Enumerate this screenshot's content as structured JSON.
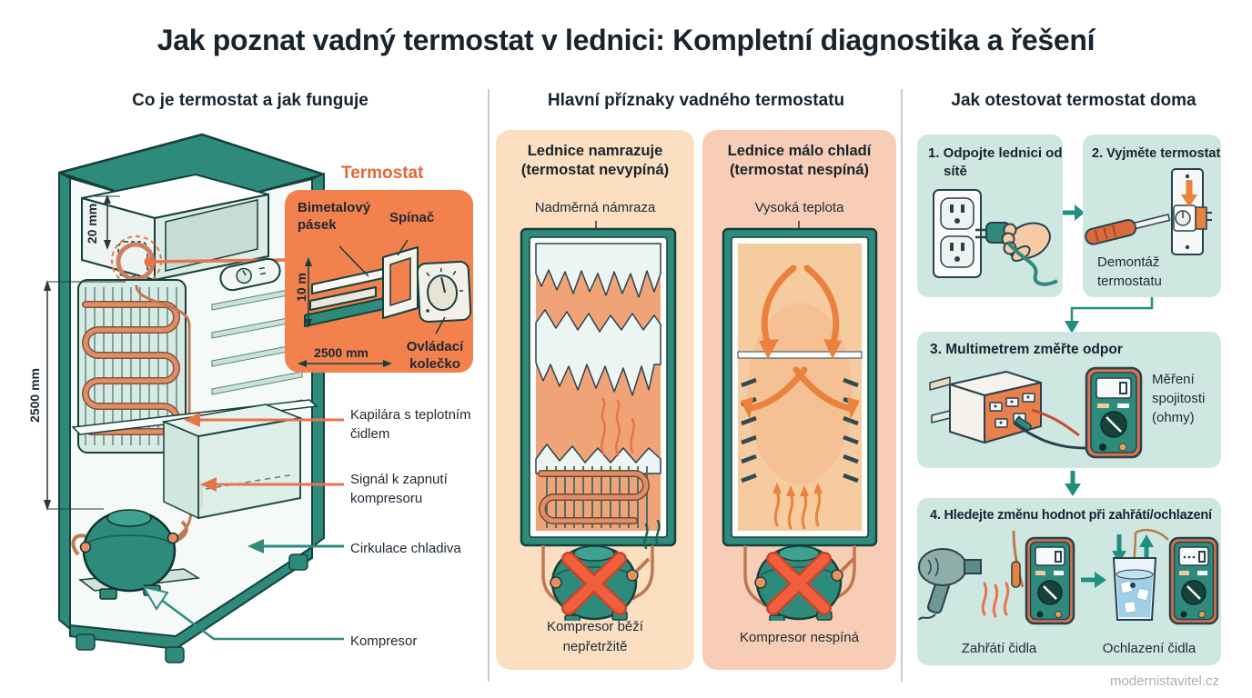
{
  "title": "Jak poznat vadný termostat v lednici: Kompletní diagnostika a řešení",
  "watermark": "modernistavitel.cz",
  "colors": {
    "accent_orange": "#E8744A",
    "callout_orange": "#F2814E",
    "teal": "#2E8B7C",
    "dark_text": "#17242F",
    "panel_frost_bg": "#FBDFC0",
    "panel_warm_bg": "#F8CDB5",
    "panel_mint_bg": "#CFE7E1"
  },
  "left": {
    "header": "Co je termostat a jak funguje",
    "termostat": "Termostat",
    "callout": {
      "bimetal": "Bimetalový pásek",
      "spinac": "Spínač",
      "kolecko": "Ovládací kolečko",
      "dim_h": "10 m",
      "dim_w": "2500 mm"
    },
    "dim_top": "20 mm",
    "dim_side": "2500 mm",
    "labels": {
      "kapilara": "Kapilára s teplotním čidlem",
      "signal": "Signál k zapnutí kompresoru",
      "cirkulace": "Cirkulace chladiva",
      "kompresor": "Kompresor"
    }
  },
  "middle": {
    "header": "Hlavní příznaky vadného termostatu",
    "panel_frost": {
      "title": "Lednice namrazuje\n(termostat nevypíná)",
      "label": "Nadměrná námraza",
      "caption": "Kompresor běží\nnepřetržitě"
    },
    "panel_warm": {
      "title": "Lednice málo chladí\n(termostat nespíná)",
      "label": "Vysoká teplota",
      "caption": "Kompresor nespíná"
    }
  },
  "right": {
    "header": "Jak otestovat termostat doma",
    "step1": {
      "title": "1. Odpojte lednici od sítě"
    },
    "step2": {
      "title": "2. Vyjměte termostat",
      "label": "Demontáž\ntermostatu"
    },
    "step3": {
      "title": "3. Multimetrem změřte odpor",
      "label": "Měření\nspojitosti\n(ohmy)"
    },
    "step4": {
      "title": "4. Hledejte změnu hodnot při zahřátí/ochlazení",
      "label_heat": "Zahřátí čidla",
      "label_cool": "Ochlazení čidla"
    }
  }
}
